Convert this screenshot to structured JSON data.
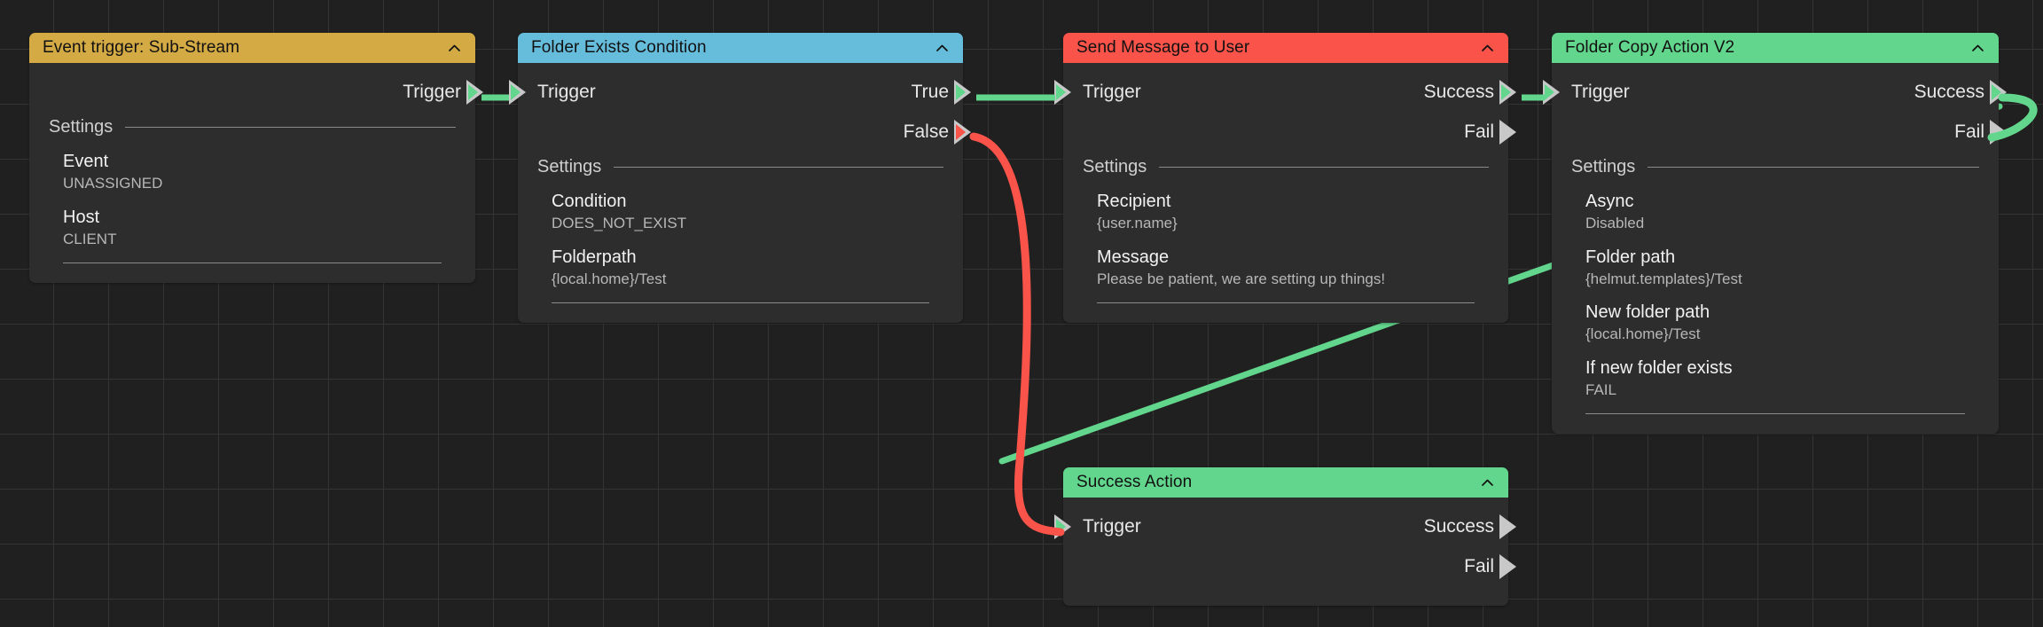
{
  "canvas": {
    "background": "#202020",
    "grid_color": "#343434",
    "grid_size": 62
  },
  "palette": {
    "trigger_yellow": "#d4aa45",
    "condition_blue": "#66bddb",
    "error_red": "#f9534a",
    "success_green": "#62d68c",
    "node_body": "#2d2d2d",
    "edge_green": "#62d68c",
    "edge_red": "#f9534a",
    "port_gray": "#c8c8c8"
  },
  "icons": {
    "collapse": "chevron-up-icon",
    "port_in": "port-input-arrow-icon",
    "port_out": "port-output-arrow-icon"
  },
  "labels": {
    "settings": "Settings",
    "trigger": "Trigger",
    "success": "Success",
    "fail": "Fail",
    "true": "True",
    "false": "False"
  },
  "nodes": [
    {
      "id": "event-trigger-sub-stream",
      "title": "Event trigger: Sub-Stream",
      "header_color": "#d4aa45",
      "inputs": [],
      "outputs": [
        {
          "label": "Trigger",
          "state": "connected",
          "color": "#62d68c"
        }
      ],
      "settings": [
        {
          "key": "Event",
          "value": "UNASSIGNED"
        },
        {
          "key": "Host",
          "value": "CLIENT"
        }
      ]
    },
    {
      "id": "folder-exists-condition",
      "title": "Folder Exists Condition",
      "header_color": "#66bddb",
      "inputs": [
        {
          "label": "Trigger",
          "state": "connected",
          "color": "#62d68c"
        }
      ],
      "outputs": [
        {
          "label": "True",
          "state": "connected",
          "color": "#62d68c"
        },
        {
          "label": "False",
          "state": "connected",
          "color": "#f9534a"
        }
      ],
      "settings": [
        {
          "key": "Condition",
          "value": "DOES_NOT_EXIST"
        },
        {
          "key": "Folderpath",
          "value": "{local.home}/Test"
        }
      ]
    },
    {
      "id": "send-message-to-user",
      "title": "Send Message to User",
      "header_color": "#f9534a",
      "inputs": [
        {
          "label": "Trigger",
          "state": "connected",
          "color": "#62d68c"
        }
      ],
      "outputs": [
        {
          "label": "Success",
          "state": "connected",
          "color": "#62d68c"
        },
        {
          "label": "Fail",
          "state": "idle",
          "color": "#c8c8c8"
        }
      ],
      "settings": [
        {
          "key": "Recipient",
          "value": "{user.name}"
        },
        {
          "key": "Message",
          "value": "Please be patient, we are setting up things!"
        }
      ]
    },
    {
      "id": "folder-copy-action-v2",
      "title": "Folder Copy Action V2",
      "header_color": "#62d68c",
      "inputs": [
        {
          "label": "Trigger",
          "state": "connected",
          "color": "#62d68c"
        }
      ],
      "outputs": [
        {
          "label": "Success",
          "state": "connected",
          "color": "#62d68c"
        },
        {
          "label": "Fail",
          "state": "idle",
          "color": "#c8c8c8"
        }
      ],
      "settings": [
        {
          "key": "Async",
          "value": "Disabled"
        },
        {
          "key": "Folder path",
          "value": "{helmut.templates}/Test"
        },
        {
          "key": "New folder path",
          "value": "{local.home}/Test"
        },
        {
          "key": "If new folder exists",
          "value": "FAIL"
        }
      ]
    },
    {
      "id": "success-action",
      "title": "Success Action",
      "header_color": "#62d68c",
      "inputs": [
        {
          "label": "Trigger",
          "state": "connected",
          "color": "#62d68c"
        }
      ],
      "outputs": [
        {
          "label": "Success",
          "state": "idle",
          "color": "#c8c8c8"
        },
        {
          "label": "Fail",
          "state": "idle",
          "color": "#c8c8c8"
        }
      ],
      "settings": []
    }
  ],
  "edges": [
    {
      "id": "e1",
      "from": "event-trigger-sub-stream.Trigger",
      "to": "folder-exists-condition.Trigger",
      "color": "#62d68c"
    },
    {
      "id": "e2",
      "from": "folder-exists-condition.True",
      "to": "send-message-to-user.Trigger",
      "color": "#62d68c"
    },
    {
      "id": "e3",
      "from": "folder-exists-condition.False",
      "to": "success-action.Trigger",
      "color": "#f9534a"
    },
    {
      "id": "e4",
      "from": "send-message-to-user.Success",
      "to": "folder-copy-action-v2.Trigger",
      "color": "#62d68c"
    },
    {
      "id": "e5",
      "from": "success-action.Trigger-area",
      "to": "folder-copy-action-v2.Success",
      "color": "#62d68c"
    }
  ]
}
